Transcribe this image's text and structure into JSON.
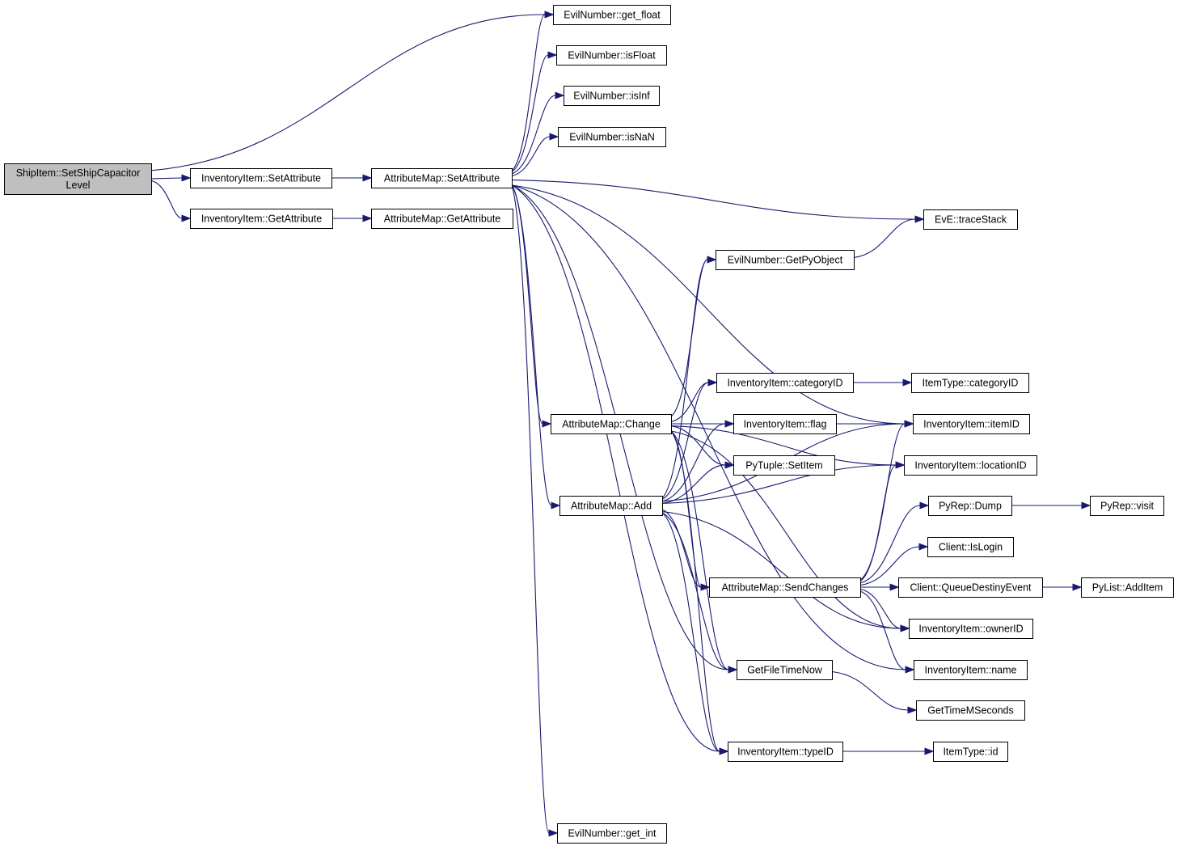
{
  "diagram": {
    "root": "ShipItem::SetShipCapacitorLevel",
    "nodes": [
      {
        "id": "root",
        "label_lines": [
          "ShipItem::SetShipCapacitor",
          "Level"
        ]
      },
      {
        "id": "ii_setattr",
        "label_lines": [
          "InventoryItem::SetAttribute"
        ]
      },
      {
        "id": "ii_getattr",
        "label_lines": [
          "InventoryItem::GetAttribute"
        ]
      },
      {
        "id": "am_setattr",
        "label_lines": [
          "AttributeMap::SetAttribute"
        ]
      },
      {
        "id": "am_getattr",
        "label_lines": [
          "AttributeMap::GetAttribute"
        ]
      },
      {
        "id": "en_getfloat",
        "label_lines": [
          "EvilNumber::get_float"
        ]
      },
      {
        "id": "en_isfloat",
        "label_lines": [
          "EvilNumber::isFloat"
        ]
      },
      {
        "id": "en_isinf",
        "label_lines": [
          "EvilNumber::isInf"
        ]
      },
      {
        "id": "en_isnan",
        "label_lines": [
          "EvilNumber::isNaN"
        ]
      },
      {
        "id": "eve_trace",
        "label_lines": [
          "EvE::traceStack"
        ]
      },
      {
        "id": "en_getpy",
        "label_lines": [
          "EvilNumber::GetPyObject"
        ]
      },
      {
        "id": "ii_catid",
        "label_lines": [
          "InventoryItem::categoryID"
        ]
      },
      {
        "id": "it_catid",
        "label_lines": [
          "ItemType::categoryID"
        ]
      },
      {
        "id": "am_change",
        "label_lines": [
          "AttributeMap::Change"
        ]
      },
      {
        "id": "ii_flag",
        "label_lines": [
          "InventoryItem::flag"
        ]
      },
      {
        "id": "ii_itemid",
        "label_lines": [
          "InventoryItem::itemID"
        ]
      },
      {
        "id": "pt_setitem",
        "label_lines": [
          "PyTuple::SetItem"
        ]
      },
      {
        "id": "ii_locid",
        "label_lines": [
          "InventoryItem::locationID"
        ]
      },
      {
        "id": "am_add",
        "label_lines": [
          "AttributeMap::Add"
        ]
      },
      {
        "id": "pr_dump",
        "label_lines": [
          "PyRep::Dump"
        ]
      },
      {
        "id": "pr_visit",
        "label_lines": [
          "PyRep::visit"
        ]
      },
      {
        "id": "cl_islogin",
        "label_lines": [
          "Client::IsLogin"
        ]
      },
      {
        "id": "am_send",
        "label_lines": [
          "AttributeMap::SendChanges"
        ]
      },
      {
        "id": "cl_queue",
        "label_lines": [
          "Client::QueueDestinyEvent"
        ]
      },
      {
        "id": "pl_additem",
        "label_lines": [
          "PyList::AddItem"
        ]
      },
      {
        "id": "ii_ownerid",
        "label_lines": [
          "InventoryItem::ownerID"
        ]
      },
      {
        "id": "gft_now",
        "label_lines": [
          "GetFileTimeNow"
        ]
      },
      {
        "id": "ii_name",
        "label_lines": [
          "InventoryItem::name"
        ]
      },
      {
        "id": "gt_ms",
        "label_lines": [
          "GetTimeMSeconds"
        ]
      },
      {
        "id": "ii_typeid",
        "label_lines": [
          "InventoryItem::typeID"
        ]
      },
      {
        "id": "it_id",
        "label_lines": [
          "ItemType::id"
        ]
      },
      {
        "id": "en_getint",
        "label_lines": [
          "EvilNumber::get_int"
        ]
      }
    ],
    "edges": [
      [
        "root",
        "en_getfloat"
      ],
      [
        "root",
        "ii_setattr"
      ],
      [
        "root",
        "ii_getattr"
      ],
      [
        "ii_setattr",
        "am_setattr"
      ],
      [
        "ii_getattr",
        "am_getattr"
      ],
      [
        "am_setattr",
        "en_getfloat"
      ],
      [
        "am_setattr",
        "en_isfloat"
      ],
      [
        "am_setattr",
        "en_isinf"
      ],
      [
        "am_setattr",
        "en_isnan"
      ],
      [
        "am_setattr",
        "eve_trace"
      ],
      [
        "am_setattr",
        "ii_itemid"
      ],
      [
        "am_setattr",
        "am_change"
      ],
      [
        "am_setattr",
        "am_add"
      ],
      [
        "am_setattr",
        "gft_now"
      ],
      [
        "am_setattr",
        "ii_typeid"
      ],
      [
        "am_setattr",
        "en_getint"
      ],
      [
        "am_setattr",
        "ii_name"
      ],
      [
        "en_getpy",
        "eve_trace"
      ],
      [
        "ii_catid",
        "it_catid"
      ],
      [
        "am_change",
        "en_getpy"
      ],
      [
        "am_change",
        "ii_catid"
      ],
      [
        "am_change",
        "ii_flag"
      ],
      [
        "am_change",
        "pt_setitem"
      ],
      [
        "am_change",
        "am_send"
      ],
      [
        "am_change",
        "ii_itemid"
      ],
      [
        "am_change",
        "ii_locid"
      ],
      [
        "am_change",
        "gft_now"
      ],
      [
        "am_change",
        "ii_typeid"
      ],
      [
        "am_change",
        "ii_ownerid"
      ],
      [
        "am_add",
        "en_getpy"
      ],
      [
        "am_add",
        "ii_catid"
      ],
      [
        "am_add",
        "ii_flag"
      ],
      [
        "am_add",
        "pt_setitem"
      ],
      [
        "am_add",
        "am_send"
      ],
      [
        "am_add",
        "ii_itemid"
      ],
      [
        "am_add",
        "ii_locid"
      ],
      [
        "am_add",
        "gft_now"
      ],
      [
        "am_add",
        "ii_typeid"
      ],
      [
        "am_add",
        "ii_ownerid"
      ],
      [
        "am_send",
        "ii_itemid"
      ],
      [
        "am_send",
        "ii_locid"
      ],
      [
        "am_send",
        "pr_dump"
      ],
      [
        "am_send",
        "cl_islogin"
      ],
      [
        "am_send",
        "cl_queue"
      ],
      [
        "am_send",
        "ii_ownerid"
      ],
      [
        "am_send",
        "ii_name"
      ],
      [
        "pr_dump",
        "pr_visit"
      ],
      [
        "cl_queue",
        "pl_additem"
      ],
      [
        "gft_now",
        "gt_ms"
      ],
      [
        "ii_typeid",
        "it_id"
      ]
    ]
  },
  "colors": {
    "edge": "#191970",
    "root_fill": "#bfbfbf",
    "node_fill": "#ffffff",
    "node_border": "#000000"
  }
}
